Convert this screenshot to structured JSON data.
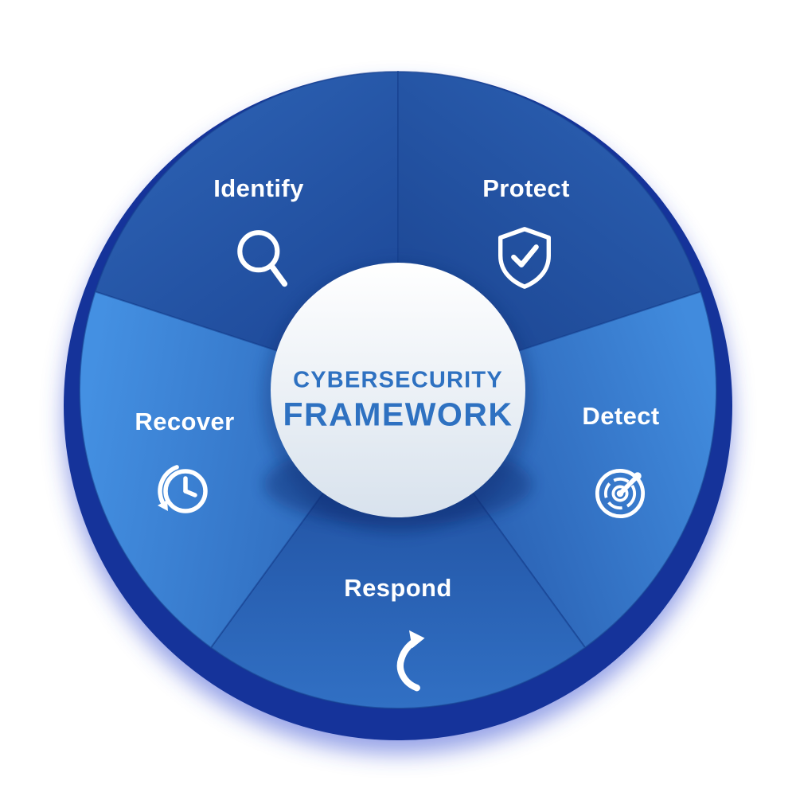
{
  "title": {
    "line1": "CYBERSECURITY",
    "line2": "FRAMEWORK"
  },
  "segments": [
    {
      "id": "identify",
      "label": "Identify",
      "icon": "magnifier-icon"
    },
    {
      "id": "protect",
      "label": "Protect",
      "icon": "shield-check-icon"
    },
    {
      "id": "detect",
      "label": "Detect",
      "icon": "radar-icon"
    },
    {
      "id": "respond",
      "label": "Respond",
      "icon": "curved-arrow-icon"
    },
    {
      "id": "recover",
      "label": "Recover",
      "icon": "history-clock-icon"
    }
  ],
  "colors": {
    "identify_a": "#2f66b8",
    "identify_b": "#1d4898",
    "protect_a": "#2d63b6",
    "protect_b": "#1c4693",
    "detect_a": "#418bdd",
    "detect_b": "#2456a8",
    "respond_a": "#3170c4",
    "respond_b": "#1c4897",
    "recover_a": "#4490e2",
    "recover_b": "#2a63b5",
    "rim": "#15339a",
    "halo": "#2f47d0",
    "center_a": "#ffffff",
    "center_b": "#d8e2ed",
    "center_title": "#2e71c1",
    "label_text": "#ffffff"
  }
}
